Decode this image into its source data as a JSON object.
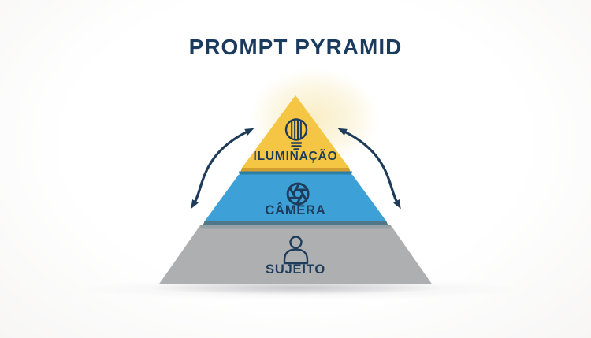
{
  "title": "PROMPT PYRAMID",
  "pyramid": {
    "layers": [
      {
        "id": "iluminacao",
        "label": "ILUMINAÇÃO",
        "icon": "lightbulb-icon",
        "color": "#F5C544"
      },
      {
        "id": "camera",
        "label": "CÂMERA",
        "icon": "aperture-icon",
        "color": "#3DA0D7"
      },
      {
        "id": "sujeito",
        "label": "SUJEITO",
        "icon": "person-icon",
        "color": "#AEAFB1"
      }
    ]
  },
  "colors": {
    "navy": "#1E3C5A",
    "title_navy": "#1B3B5E",
    "yellow": "#F5C544",
    "blue": "#3DA0D7",
    "gray": "#AEAFB1",
    "background": "#FFFFFF"
  }
}
